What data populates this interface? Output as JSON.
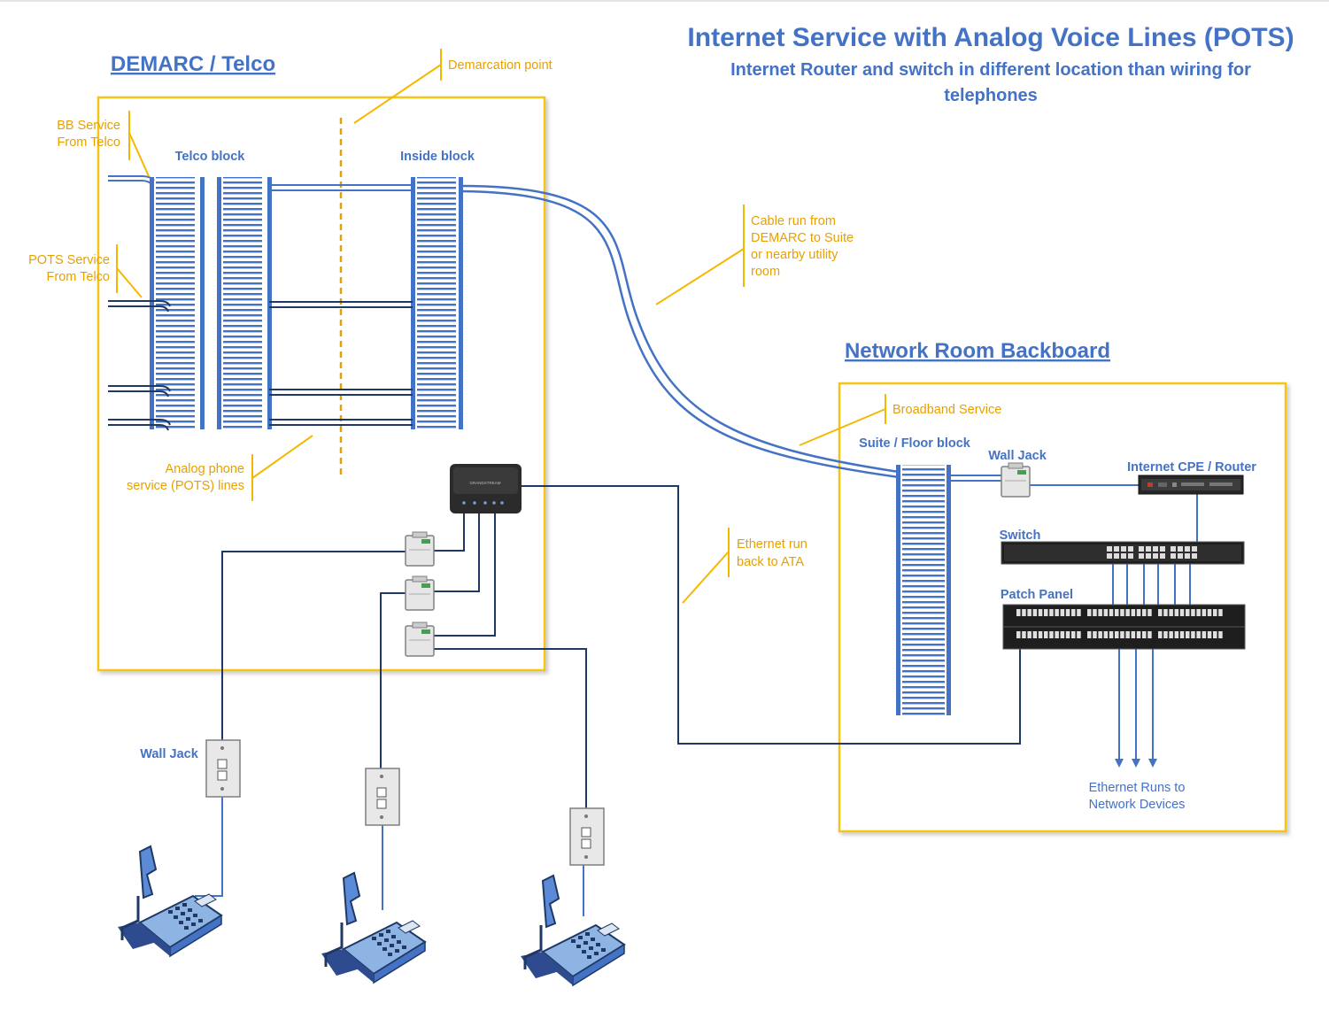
{
  "title": "Internet Service with Analog Voice Lines (POTS)",
  "subtitle_line1": "Internet Router and switch in different location than wiring for",
  "subtitle_line2": "telephones",
  "demarc": {
    "heading": "DEMARC / Telco",
    "telco_block": "Telco block",
    "inside_block": "Inside block"
  },
  "network_room": {
    "heading": "Network Room Backboard",
    "suite_block": "Suite / Floor block",
    "wall_jack": "Wall Jack",
    "router": "Internet CPE / Router",
    "switch": "Switch",
    "patch_panel": "Patch Panel",
    "ethernet_runs": [
      "Ethernet Runs to",
      "Network Devices"
    ]
  },
  "callouts": {
    "demarcation_point": "Demarcation point",
    "bb_service": [
      "BB Service",
      "From Telco"
    ],
    "pots_service": [
      "POTS Service",
      "From Telco"
    ],
    "cable_run": [
      "Cable run from",
      "DEMARC to Suite",
      "or nearby utility",
      "room"
    ],
    "analog_lines": [
      "Analog phone",
      "service (POTS) lines"
    ],
    "ethernet_run": [
      "Ethernet run",
      "back to ATA"
    ],
    "broadband_service": "Broadband Service"
  },
  "wall_jack_label": "Wall Jack",
  "ata_brand": "GRANDSTREAM",
  "colors": {
    "accent_blue": "#4472C4",
    "callout_gold": "#E6A100",
    "box_border": "#F5C518",
    "wire_dark": "#1F3864",
    "punch_blue": "#4472C4"
  }
}
